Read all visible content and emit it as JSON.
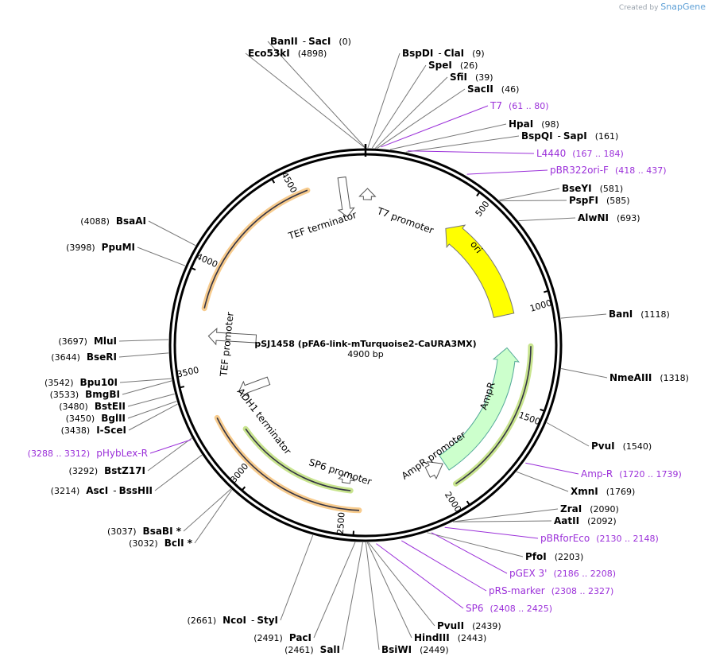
{
  "attribution": {
    "prefix": "Created by",
    "brand": "SnapGene"
  },
  "plasmid": {
    "name": "pSJ1458 (pFA6-link-mTurquoise2-CaURA3MX)",
    "size_label": "4900 bp",
    "length": 4900
  },
  "ticks": [
    "500",
    "1000",
    "1500",
    "2000",
    "2500",
    "3000",
    "3500",
    "4000",
    "4500"
  ],
  "colors": {
    "backbone": "#000000",
    "primer": "#9b30d9",
    "ori": "#ffff00",
    "ampr": "#ccffcc",
    "promoter_outline": "#555555",
    "site_line": "#777777"
  },
  "enzymes_right": [
    {
      "name": "BanII",
      "name2": "SacI",
      "pos": "(0)",
      "join": true
    },
    {
      "name": "Eco53kI",
      "pos": "(4898)"
    },
    {
      "name": "BspDI",
      "name2": "ClaI",
      "pos": "(9)"
    },
    {
      "name": "SpeI",
      "pos": "(26)"
    },
    {
      "name": "SfiI",
      "pos": "(39)"
    },
    {
      "name": "SacII",
      "pos": "(46)"
    },
    {
      "name": "HpaI",
      "pos": "(98)"
    },
    {
      "name": "BspQI",
      "name2": "SapI",
      "pos": "(161)"
    },
    {
      "name": "BseYI",
      "pos": "(581)"
    },
    {
      "name": "PspFI",
      "pos": "(585)"
    },
    {
      "name": "AlwNI",
      "pos": "(693)"
    },
    {
      "name": "BanI",
      "pos": "(1118)"
    },
    {
      "name": "NmeAIII",
      "pos": "(1318)"
    },
    {
      "name": "PvuI",
      "pos": "(1540)"
    },
    {
      "name": "XmnI",
      "pos": "(1769)"
    },
    {
      "name": "ZraI",
      "pos": "(2090)"
    },
    {
      "name": "AatII",
      "pos": "(2092)"
    },
    {
      "name": "PfoI",
      "pos": "(2203)"
    },
    {
      "name": "PvuII",
      "pos": "(2439)"
    },
    {
      "name": "HindIII",
      "pos": "(2443)"
    },
    {
      "name": "BsiWI",
      "pos": "(2449)"
    }
  ],
  "enzymes_left": [
    {
      "name": "BsaAI",
      "pos": "(4088)"
    },
    {
      "name": "PpuMI",
      "pos": "(3998)"
    },
    {
      "name": "MluI",
      "pos": "(3697)"
    },
    {
      "name": "BseRI",
      "pos": "(3644)"
    },
    {
      "name": "Bpu10I",
      "pos": "(3542)"
    },
    {
      "name": "BmgBI",
      "pos": "(3533)"
    },
    {
      "name": "BstEII",
      "pos": "(3480)"
    },
    {
      "name": "BglII",
      "pos": "(3450)"
    },
    {
      "name": "I-SceI",
      "pos": "(3438)"
    },
    {
      "name": "BstZ17I",
      "pos": "(3292)"
    },
    {
      "name": "AscI",
      "name2": "BssHII",
      "pos": "(3214)"
    },
    {
      "name": "BsaBI *",
      "pos": "(3037)"
    },
    {
      "name": "BclI *",
      "pos": "(3032)"
    },
    {
      "name": "NcoI",
      "name2": "StyI",
      "pos": "(2661)"
    },
    {
      "name": "PacI",
      "pos": "(2491)"
    },
    {
      "name": "SalI",
      "pos": "(2461)"
    }
  ],
  "primers": [
    {
      "name": "T7",
      "range": "(61 .. 80)"
    },
    {
      "name": "L4440",
      "range": "(167 .. 184)"
    },
    {
      "name": "pBR322ori-F",
      "range": "(418 .. 437)"
    },
    {
      "name": "Amp-R",
      "range": "(1720 .. 1739)"
    },
    {
      "name": "pBRforEco",
      "range": "(2130 .. 2148)"
    },
    {
      "name": "pGEX 3'",
      "range": "(2186 .. 2208)"
    },
    {
      "name": "pRS-marker",
      "range": "(2308 .. 2327)"
    },
    {
      "name": "SP6",
      "range": "(2408 .. 2425)"
    },
    {
      "name": "pHybLex-R",
      "range": "(3288 .. 3312)"
    }
  ],
  "features": {
    "ori": "ori",
    "ampr": "AmpR",
    "ampr_promoter": "AmpR promoter",
    "t7_promoter": "T7 promoter",
    "tef_terminator": "TEF terminator",
    "tef_promoter": "TEF promoter",
    "adh1_terminator": "ADH1 terminator",
    "sp6_promoter": "SP6 promoter"
  }
}
